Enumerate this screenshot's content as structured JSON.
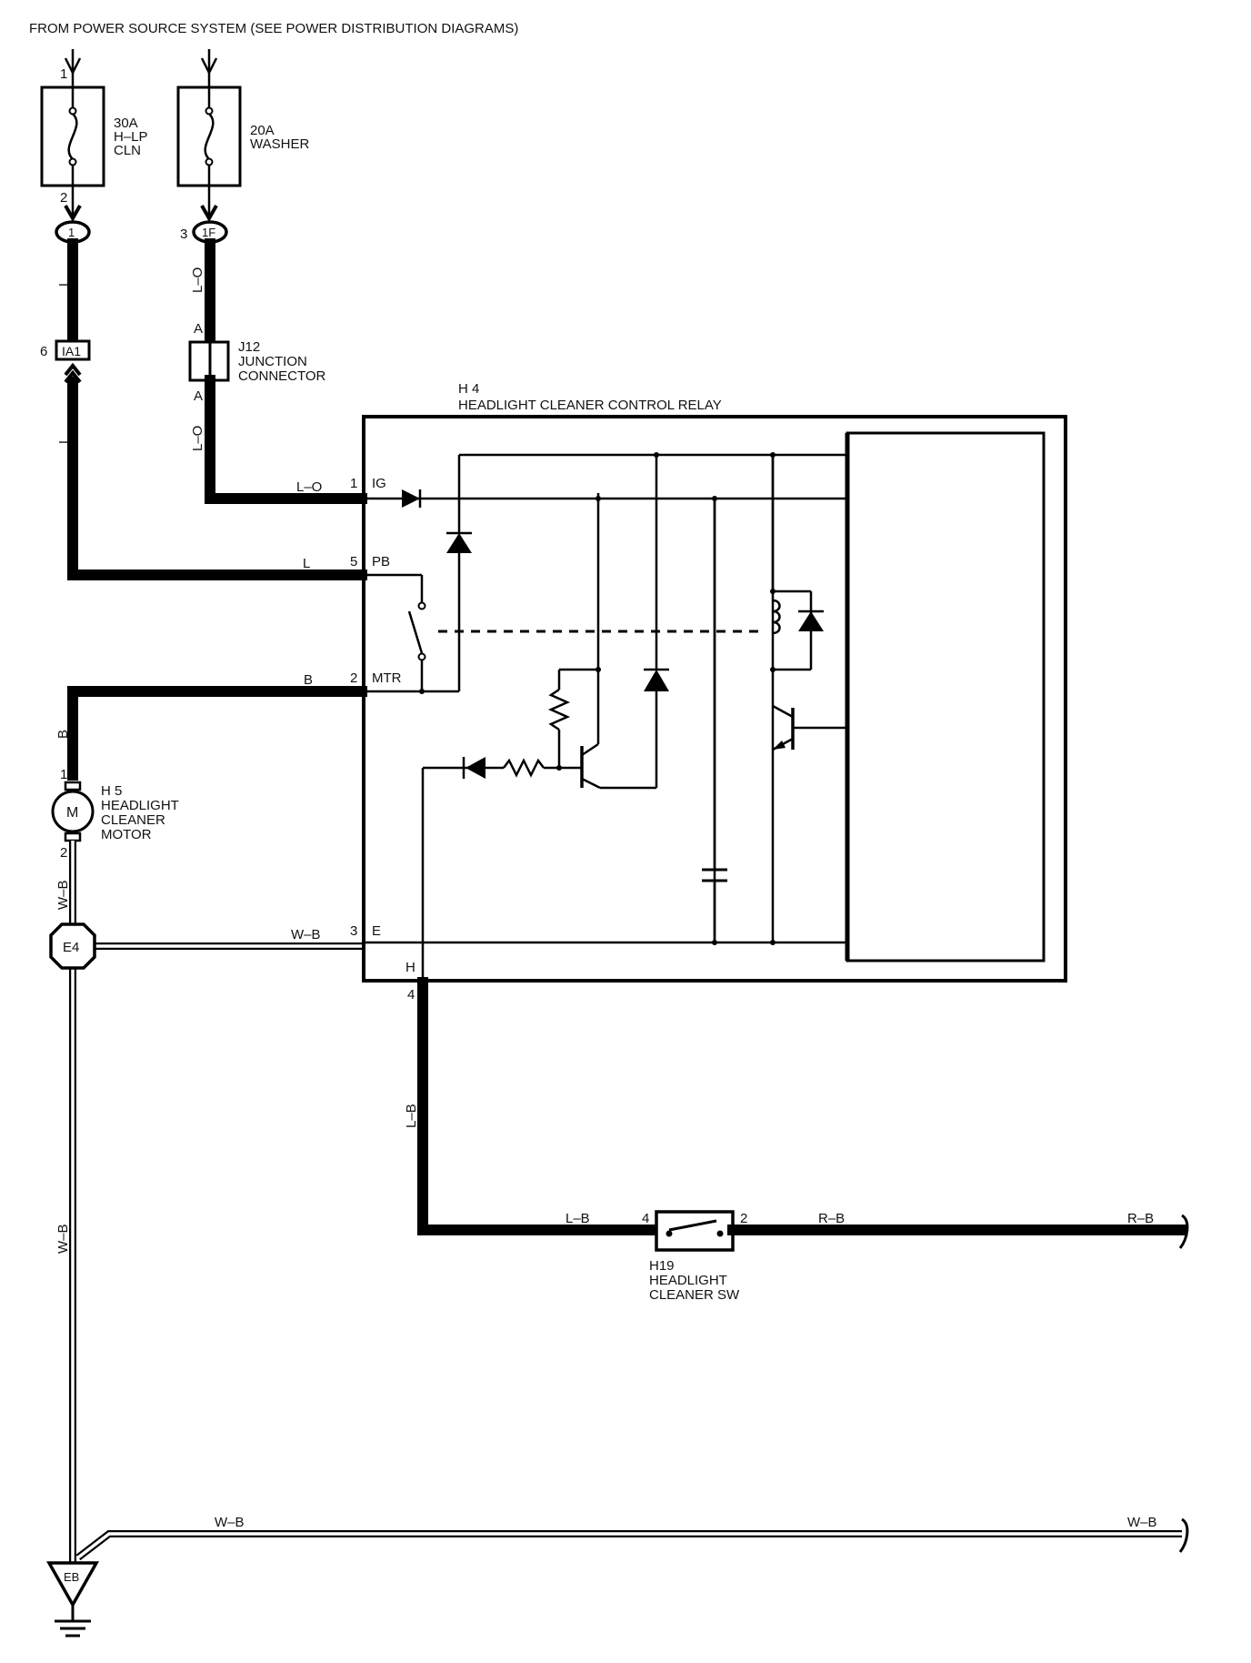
{
  "header": "FROM POWER SOURCE SYSTEM (SEE POWER DISTRIBUTION DIAGRAMS)",
  "fuses": {
    "hlp": {
      "rating": "30A",
      "name1": "H–LP",
      "name2": "CLN",
      "pin_in": "1",
      "pin_out": "2"
    },
    "washer": {
      "rating": "20A",
      "name1": "WASHER"
    }
  },
  "connectors": {
    "c1": "1",
    "c1f": "1F",
    "c1f_pin": "3",
    "ia1": "IA1",
    "ia1_pin": "6",
    "e4": "E4",
    "eb": "EB"
  },
  "junction": {
    "code": "J12",
    "line1": "JUNCTION",
    "line2": "CONNECTOR",
    "pin_top": "A",
    "pin_bottom": "A"
  },
  "relay": {
    "code": "H 4",
    "name": "HEADLIGHT CLEANER CONTROL RELAY",
    "pins": [
      {
        "num": "1",
        "name": "IG"
      },
      {
        "num": "5",
        "name": "PB"
      },
      {
        "num": "2",
        "name": "MTR"
      },
      {
        "num": "3",
        "name": "E"
      },
      {
        "num": "4",
        "name": "H"
      }
    ]
  },
  "motor": {
    "code": "H 5",
    "line1": "HEADLIGHT",
    "line2": "CLEANER",
    "line3": "MOTOR",
    "symbol": "M",
    "pin_top": "1",
    "pin_bottom": "2"
  },
  "switch": {
    "code": "H19",
    "line1": "HEADLIGHT",
    "line2": "CLEANER SW",
    "pin_left": "4",
    "pin_right": "2"
  },
  "wires": {
    "l": "L",
    "lo": "L–O",
    "b": "B",
    "wb": "W–B",
    "lb": "L–B",
    "rb": "R–B"
  }
}
